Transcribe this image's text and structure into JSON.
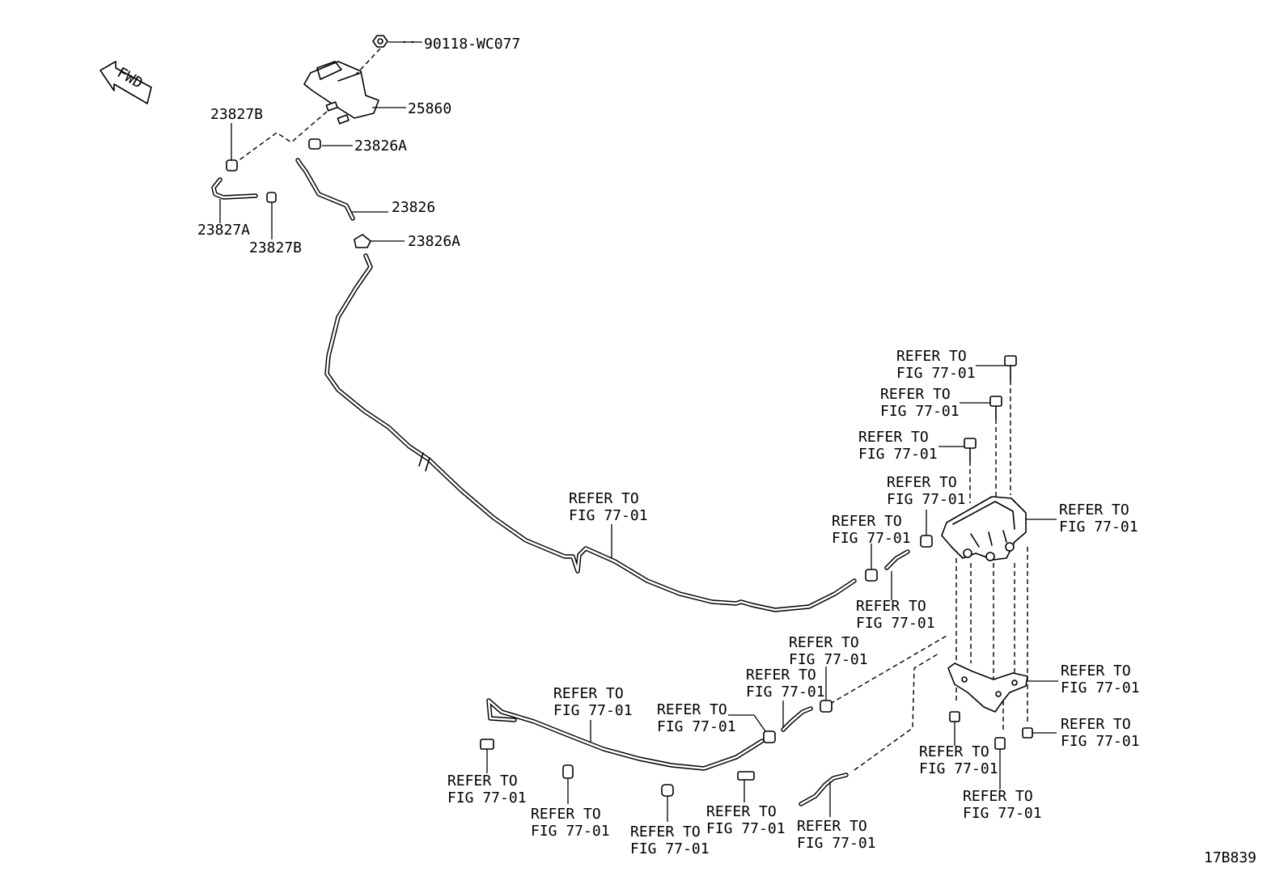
{
  "fwd_label": "FWD",
  "figure_code": "17B839",
  "parts": {
    "nut": "90118-WC077",
    "vsv": "25860",
    "clip_23827b_top": "23827B",
    "clip_23826a_top": "23826A",
    "hose_23826": "23826",
    "hose_23827a": "23827A",
    "clip_23827b_bottom": "23827B",
    "clip_23826a_bottom": "23826A"
  },
  "refer": {
    "line1": "REFER TO",
    "line2": "FIG 77-01"
  }
}
